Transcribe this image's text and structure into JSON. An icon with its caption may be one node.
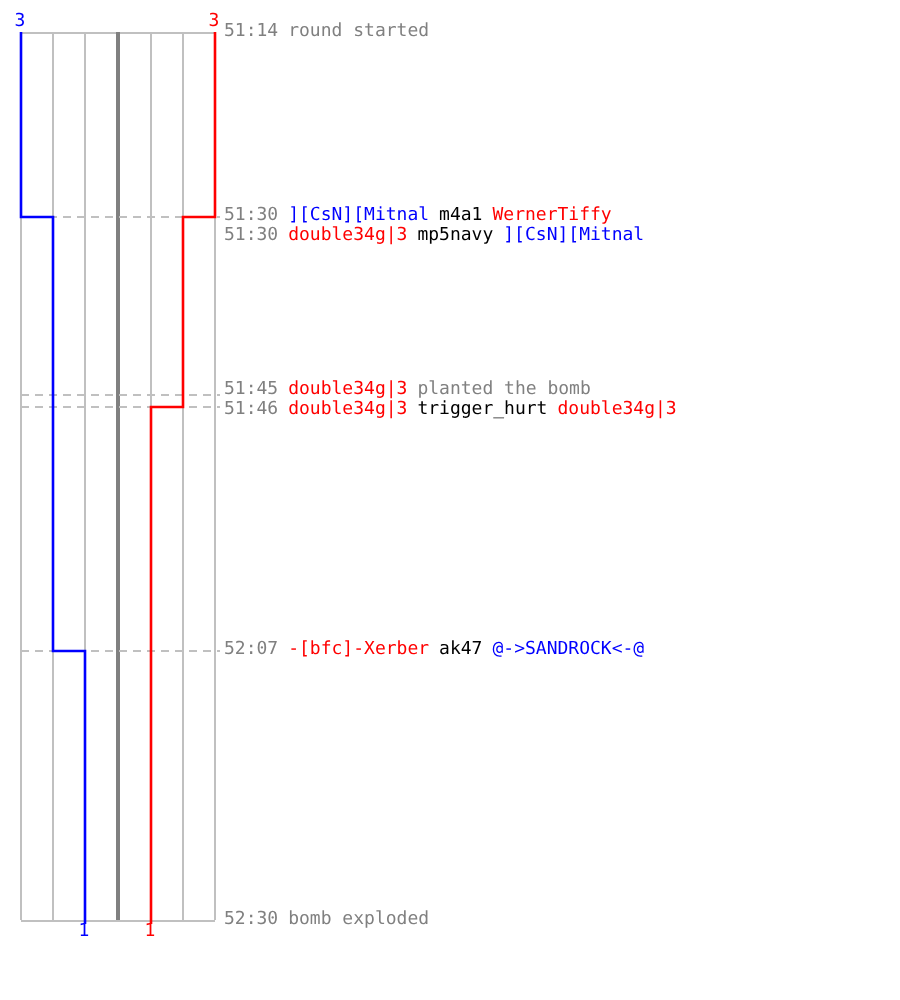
{
  "diagram": {
    "labels": [
      "3",
      "3",
      "51:14",
      "round started",
      "51:30",
      "][CsN][Mitnal",
      "m4a1",
      "WernerTiffy",
      "51:30",
      "double34g|3",
      "mp5navy",
      "][CsN][Mitnal",
      "51:45",
      "double34g|3",
      "planted the bomb",
      "51:46",
      "double34g|3",
      "trigger_hurt",
      "double34g|3",
      "52:07",
      "-[bfc]-Xerber",
      "ak47",
      "@->SANDROCK<-@",
      "52:30",
      "bomb exploded",
      "1",
      "1"
    ]
  }
}
